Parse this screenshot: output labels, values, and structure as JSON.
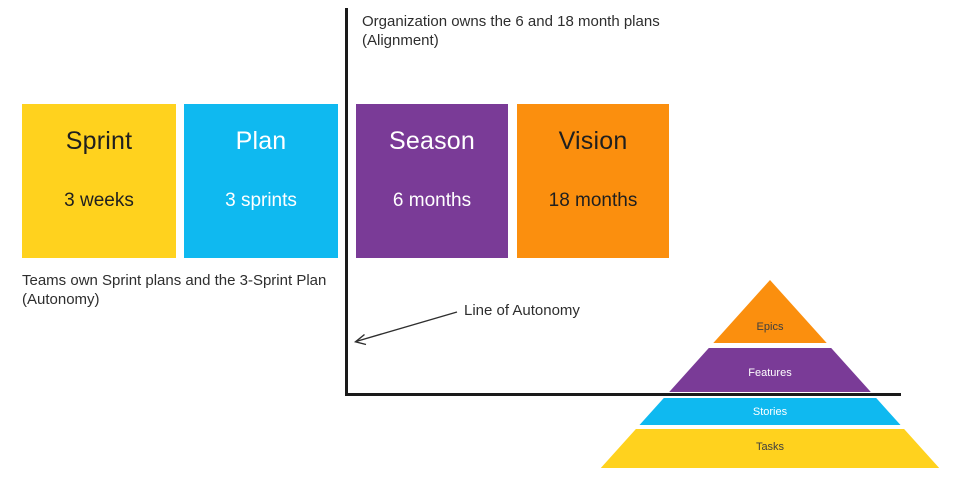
{
  "annotations": {
    "alignment": {
      "line1": "Organization owns the 6 and 18 month plans",
      "line2": "(Alignment)"
    },
    "autonomy": {
      "line1": "Teams own Sprint plans and the 3-Sprint Plan",
      "line2": "(Autonomy)"
    },
    "line_of_autonomy_label": "Line of Autonomy"
  },
  "boxes": [
    {
      "title": "Sprint",
      "subtitle": "3 weeks",
      "color": "#FFD21E",
      "text_color": "#1f1f1f"
    },
    {
      "title": "Plan",
      "subtitle": "3 sprints",
      "color": "#0FB9F0",
      "text_color": "#ffffff"
    },
    {
      "title": "Season",
      "subtitle": "6 months",
      "color": "#7A3B97",
      "text_color": "#ffffff"
    },
    {
      "title": "Vision",
      "subtitle": "18 months",
      "color": "#FB8F0E",
      "text_color": "#1f1f1f"
    }
  ],
  "pyramid": {
    "layers": [
      {
        "label": "Epics",
        "color": "#FB8F0E",
        "label_color": "#3f3f3f"
      },
      {
        "label": "Features",
        "color": "#7A3B97",
        "label_color": "#ffffff"
      },
      {
        "label": "Stories",
        "color": "#0FB9F0",
        "label_color": "#ffffff"
      },
      {
        "label": "Tasks",
        "color": "#FFD21E",
        "label_color": "#3f3f3f"
      }
    ]
  },
  "colors": {
    "axis_line": "#1a1a1a",
    "arrow": "#2e2e2e",
    "background": "#ffffff"
  }
}
